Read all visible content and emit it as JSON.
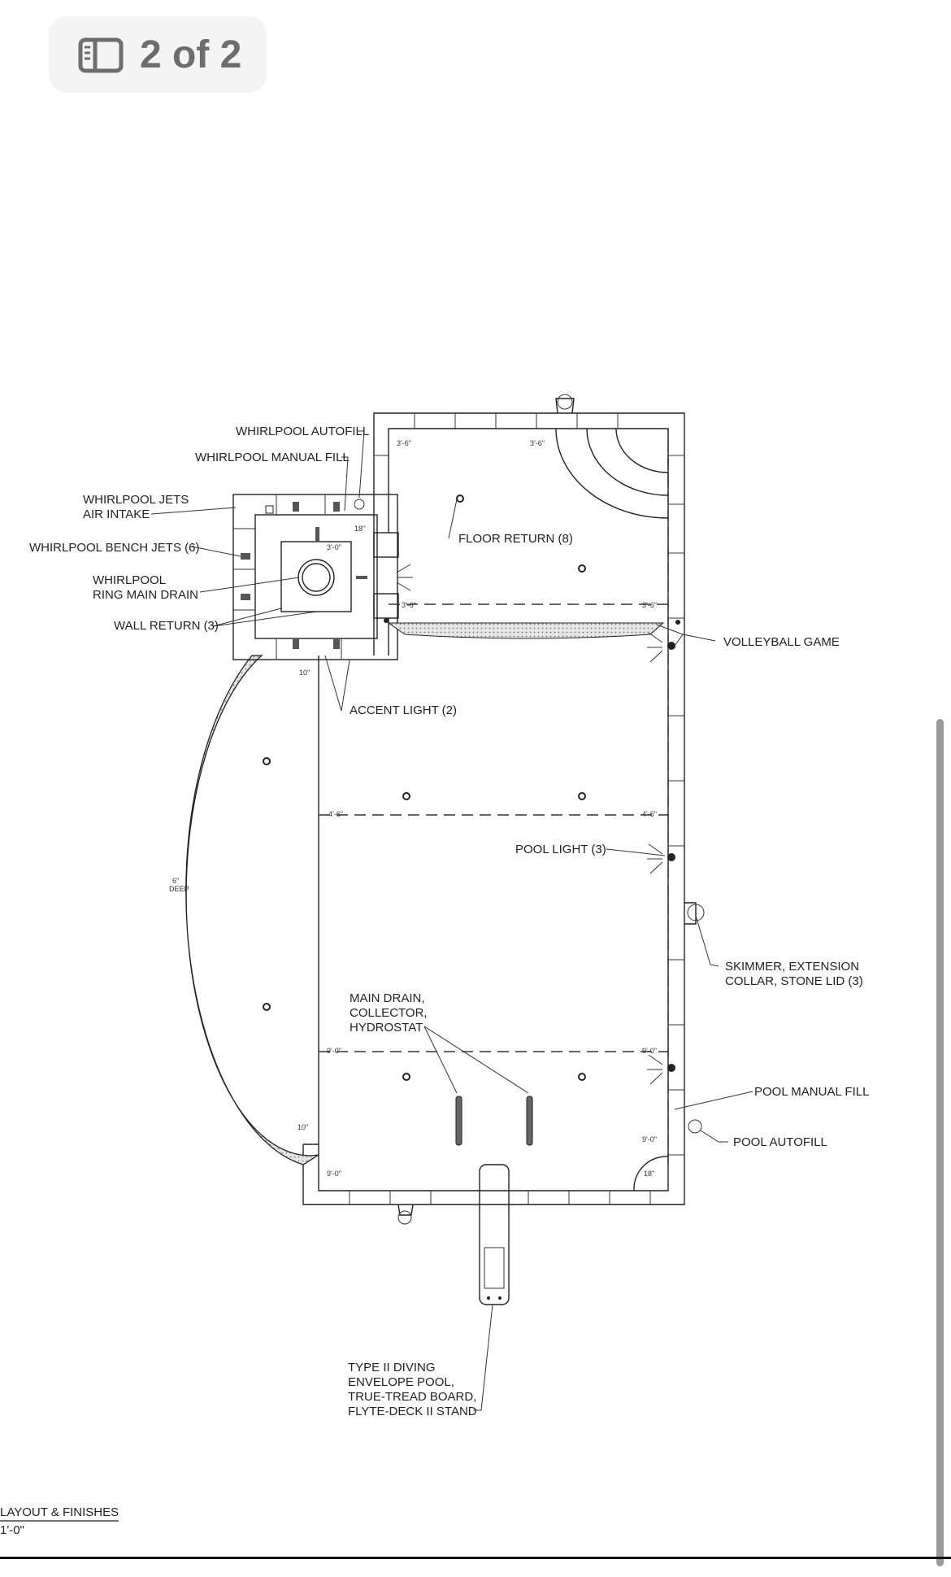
{
  "page_indicator": {
    "label": "2 of 2",
    "icon": "sidebar-document-icon"
  },
  "labels": {
    "whirlpool_autofill": "WHIRLPOOL AUTOFILL",
    "whirlpool_manual_fill": "WHIRLPOOL MANUAL FILL",
    "whirlpool_jets_line1": "WHIRLPOOL JETS",
    "whirlpool_jets_line2": "AIR INTAKE",
    "whirlpool_bench_jets": "WHIRLPOOL BENCH JETS (6)",
    "ring_main_drain_line1": "WHIRLPOOL",
    "ring_main_drain_line2": "RING MAIN DRAIN",
    "wall_return": "WALL RETURN (3)",
    "floor_return": "FLOOR RETURN (8)",
    "volleyball_game": "VOLLEYBALL GAME",
    "accent_light": "ACCENT LIGHT (2)",
    "pool_light": "POOL LIGHT (3)",
    "skimmer_line1": "SKIMMER, EXTENSION",
    "skimmer_line2": "COLLAR, STONE LID (3)",
    "main_drain_line1": "MAIN DRAIN,",
    "main_drain_line2": "COLLECTOR,",
    "main_drain_line3": "HYDROSTAT",
    "pool_manual_fill": "POOL MANUAL FILL",
    "pool_autofill": "POOL AUTOFILL",
    "diving_line1": "TYPE II DIVING",
    "diving_line2": "ENVELOPE POOL,",
    "diving_line3": "TRUE-TREAD BOARD,",
    "diving_line4": "FLYTE-DECK II STAND"
  },
  "depth_marks": {
    "d1": "3'-6\"",
    "d2": "3'-6\"",
    "d3": "3'-6\"",
    "d4": "3'-6\"",
    "d5": "18\"",
    "d6": "3'-0\"",
    "d7": "10\"",
    "d8": "4'-6\"",
    "d9": "4'-6\"",
    "d10": "6\"",
    "d11": "9'-0\"",
    "d12": "9'-0\"",
    "d13": "10\"",
    "d14": "9'-0\"",
    "d15": "9'-0\"",
    "d16": "18\"",
    "deep_word": "DEEP"
  },
  "title_block": {
    "title": "LAYOUT & FINISHES",
    "scale": "1'-0\""
  }
}
